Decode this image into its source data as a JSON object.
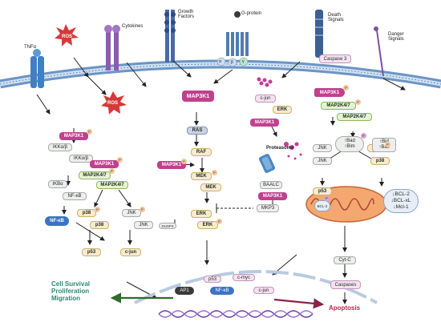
{
  "receptors": {
    "tnf": "TNFα",
    "ros_top": "ROS",
    "cytokines": "Cytokines",
    "growth_factors": "Growth Factors",
    "g_protein": "G-protein",
    "g_alpha": "α",
    "g_beta": "β",
    "g_gamma": "γ",
    "death_signals": "Death Signals",
    "danger_signals": "Danger Signals"
  },
  "center": {
    "map3k1": "MAP3K1",
    "ros": "ROS"
  },
  "nfkb_branch": {
    "map3k1": "MAP3K1",
    "ikka1": "IKKα/β",
    "ikka2": "IKKα/β",
    "ikba": "IKBα",
    "nfkb_pair": "NF-κB",
    "nfkb": "NF-κB"
  },
  "stress_branch": {
    "map3k1": "MAP3K1",
    "map2k1": "MAP2K4/7",
    "map2k2": "MAP2K4/7",
    "p38a": "p38",
    "p38b": "p38",
    "jnka": "JNK",
    "jnkb": "JNK",
    "dusp4": "DUSP4",
    "p53": "p53",
    "cjun": "c-jun"
  },
  "erk_branch": {
    "ras": "RAS",
    "raf": "RAF",
    "map3k1": "MAP3K1",
    "mek1": "MEK",
    "mek2": "MEK",
    "erk1": "ERK",
    "erk2": "ERK",
    "mkp3": "MKP3",
    "baalc": "BAALC",
    "map3k1_b": "MAP3K1"
  },
  "degradation": {
    "cjun": "c-jun",
    "erk": "ERK",
    "map3k1": "MAP3K1",
    "proteasome": "Proteasome"
  },
  "apoptosis_branch": {
    "caspase3": "Caspase 3",
    "map3k1": "MAP3K1",
    "map2k1": "MAP2K4/7",
    "map2k2": "MAP2K4/7",
    "jnka": "JNK",
    "jnkb": "JNK",
    "p38a": "p38",
    "p38b": "p38",
    "p53": "p53",
    "bad": "↑Bad",
    "bim": "↑Bim",
    "bid": "↑Bid",
    "bax": "↑Bax",
    "bcl2_small": "BCL-2",
    "bcl2": "↓BCL-2",
    "bclxl": "↓BCL-xL",
    "mcl1": "↓Mcl-1",
    "cytc": "Cyt-C",
    "caspases": "Caspases"
  },
  "nucleus": {
    "p53": "p53",
    "cmyc": "c-myc",
    "ap1": "AP1",
    "nfkb": "NF-κB",
    "cjun": "c-jun"
  },
  "outcomes": {
    "survival1": "Cell Survival",
    "survival2": "Proliferation",
    "survival3": "Migration",
    "apoptosis": "Apoptosis"
  },
  "phospho_label": "P",
  "colors": {
    "map3k1": "#c0408e",
    "survival": "#2a8a70",
    "apoptosis": "#c0264a",
    "membrane": "#5b86b5",
    "nfkb": "#3d73c4"
  }
}
